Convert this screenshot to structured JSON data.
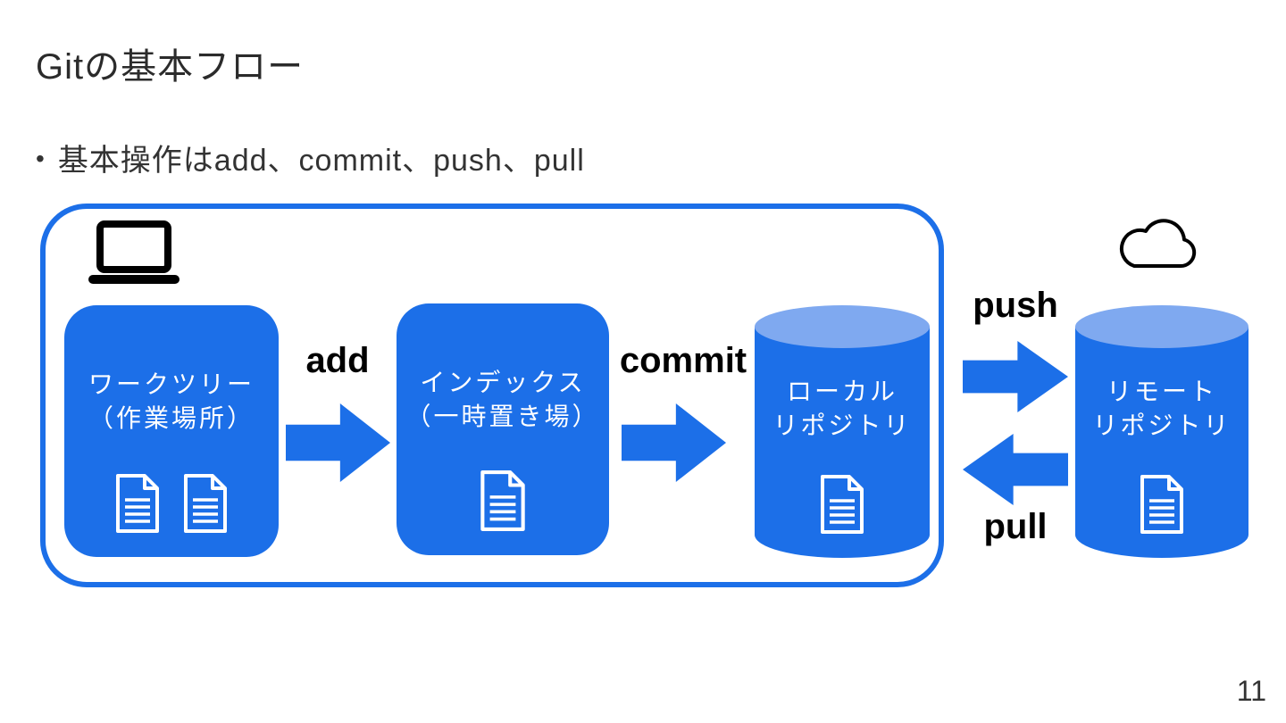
{
  "slide": {
    "title": "Gitの基本フロー",
    "bullet_marker": "•",
    "bullet_text": "基本操作はadd、commit、push、pull",
    "page_number": "11"
  },
  "diagram": {
    "colors": {
      "accent": "#1C6FE8",
      "cylinder_top": "#7FA9F0",
      "text_on_blue": "#FFFFFF"
    },
    "worktree": {
      "line1": "ワークツリー",
      "line2": "（作業場所）"
    },
    "index": {
      "line1": "インデックス",
      "line2": "（一時置き場）"
    },
    "local_repo": {
      "line1": "ローカル",
      "line2": "リポジトリ"
    },
    "remote_repo": {
      "line1": "リモート",
      "line2": "リポジトリ"
    },
    "labels": {
      "add": "add",
      "commit": "commit",
      "push": "push",
      "pull": "pull"
    }
  }
}
